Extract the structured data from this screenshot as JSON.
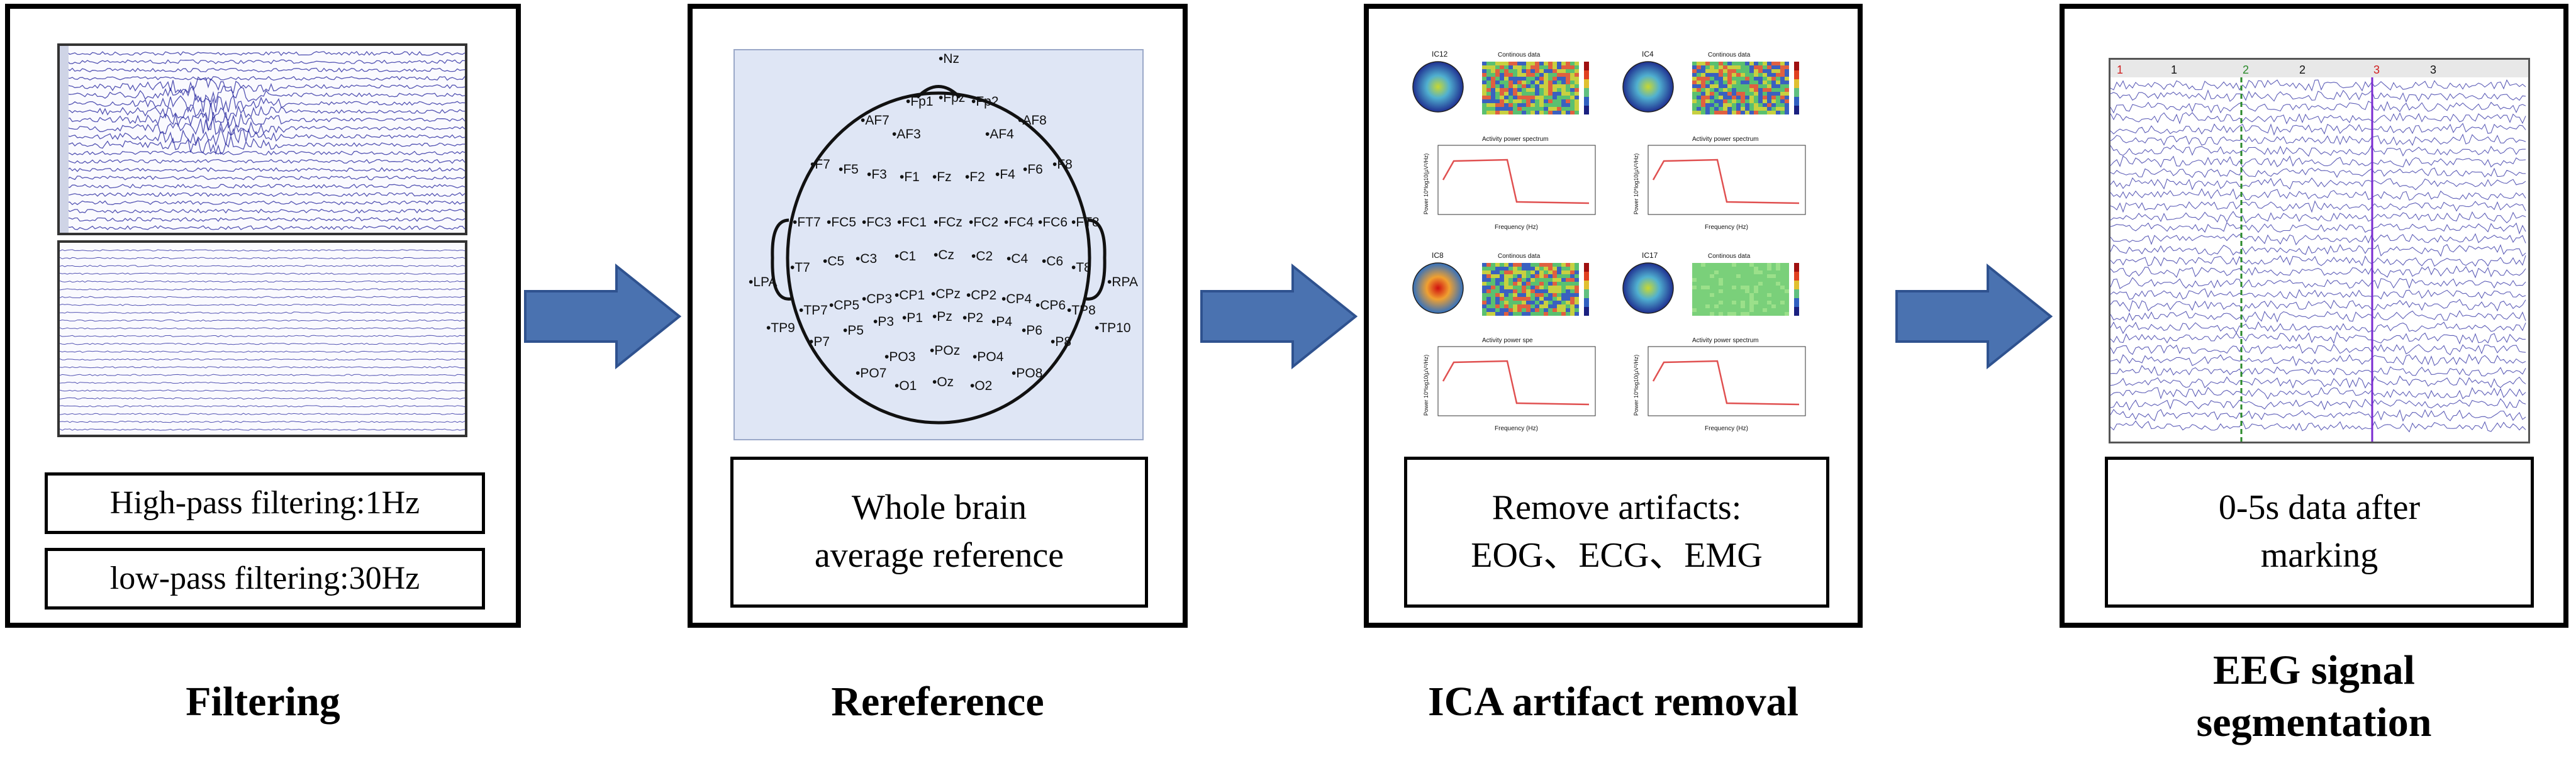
{
  "stages": [
    {
      "title": "Filtering",
      "captions": [
        "High-pass filtering:1Hz",
        "low-pass filtering:30Hz"
      ]
    },
    {
      "title": "Rereference",
      "caption": "Whole brain\naverage reference"
    },
    {
      "title": "ICA artifact removal",
      "caption": "Remove artifacts:\nEOG、ECG、EMG"
    },
    {
      "title": "EEG signal\nsegmentation",
      "caption": "0-5s data after\nmarking"
    }
  ],
  "electrodes": [
    "Nz",
    "Fp1",
    "Fpz",
    "Fp2",
    "AF7",
    "AF8",
    "AF3",
    "AF4",
    "F7",
    "F5",
    "F3",
    "F1",
    "Fz",
    "F2",
    "F4",
    "F6",
    "F8",
    "FT7",
    "FC5",
    "FC3",
    "FC1",
    "FCz",
    "FC2",
    "FC4",
    "FC6",
    "FT8",
    "T7",
    "C5",
    "C3",
    "C1",
    "Cz",
    "C2",
    "C4",
    "C6",
    "T8",
    "LPA",
    "RPA",
    "TP7",
    "CP5",
    "CP3",
    "CP1",
    "CPz",
    "CP2",
    "CP4",
    "CP6",
    "TP8",
    "TP9",
    "P7",
    "P5",
    "P3",
    "P1",
    "Pz",
    "P2",
    "P4",
    "P6",
    "P8",
    "TP10",
    "PO7",
    "PO3",
    "POz",
    "PO4",
    "PO8",
    "O1",
    "Oz",
    "O2"
  ],
  "ica_components": [
    {
      "name": "IC12",
      "data_title": "Continous data",
      "spectrum_title": "Activity power spectrum"
    },
    {
      "name": "IC4",
      "data_title": "Continous data",
      "spectrum_title": "Activity power spectrum"
    },
    {
      "name": "IC8",
      "data_title": "Continous data",
      "spectrum_title": "Activity power spe"
    },
    {
      "name": "IC17",
      "data_title": "Continous data",
      "spectrum_title": "Activity power spectrum"
    }
  ],
  "ica_axis": {
    "xlabel": "Frequency (Hz)",
    "ylabel": "Power 10*log10(µV²/Hz)"
  },
  "segmentation": {
    "markers": [
      {
        "label": "1",
        "color": "#d02020"
      },
      {
        "label": "2",
        "color": "#2a8a2a"
      },
      {
        "label": "3",
        "color": "#d02020"
      }
    ],
    "epochs": [
      "1",
      "2",
      "3"
    ]
  },
  "colors": {
    "arrow": "#4a72b0",
    "arrow_edge": "#2f528f",
    "trace": "#2a2aa0",
    "scalp_bg": "#dfe6f5"
  }
}
